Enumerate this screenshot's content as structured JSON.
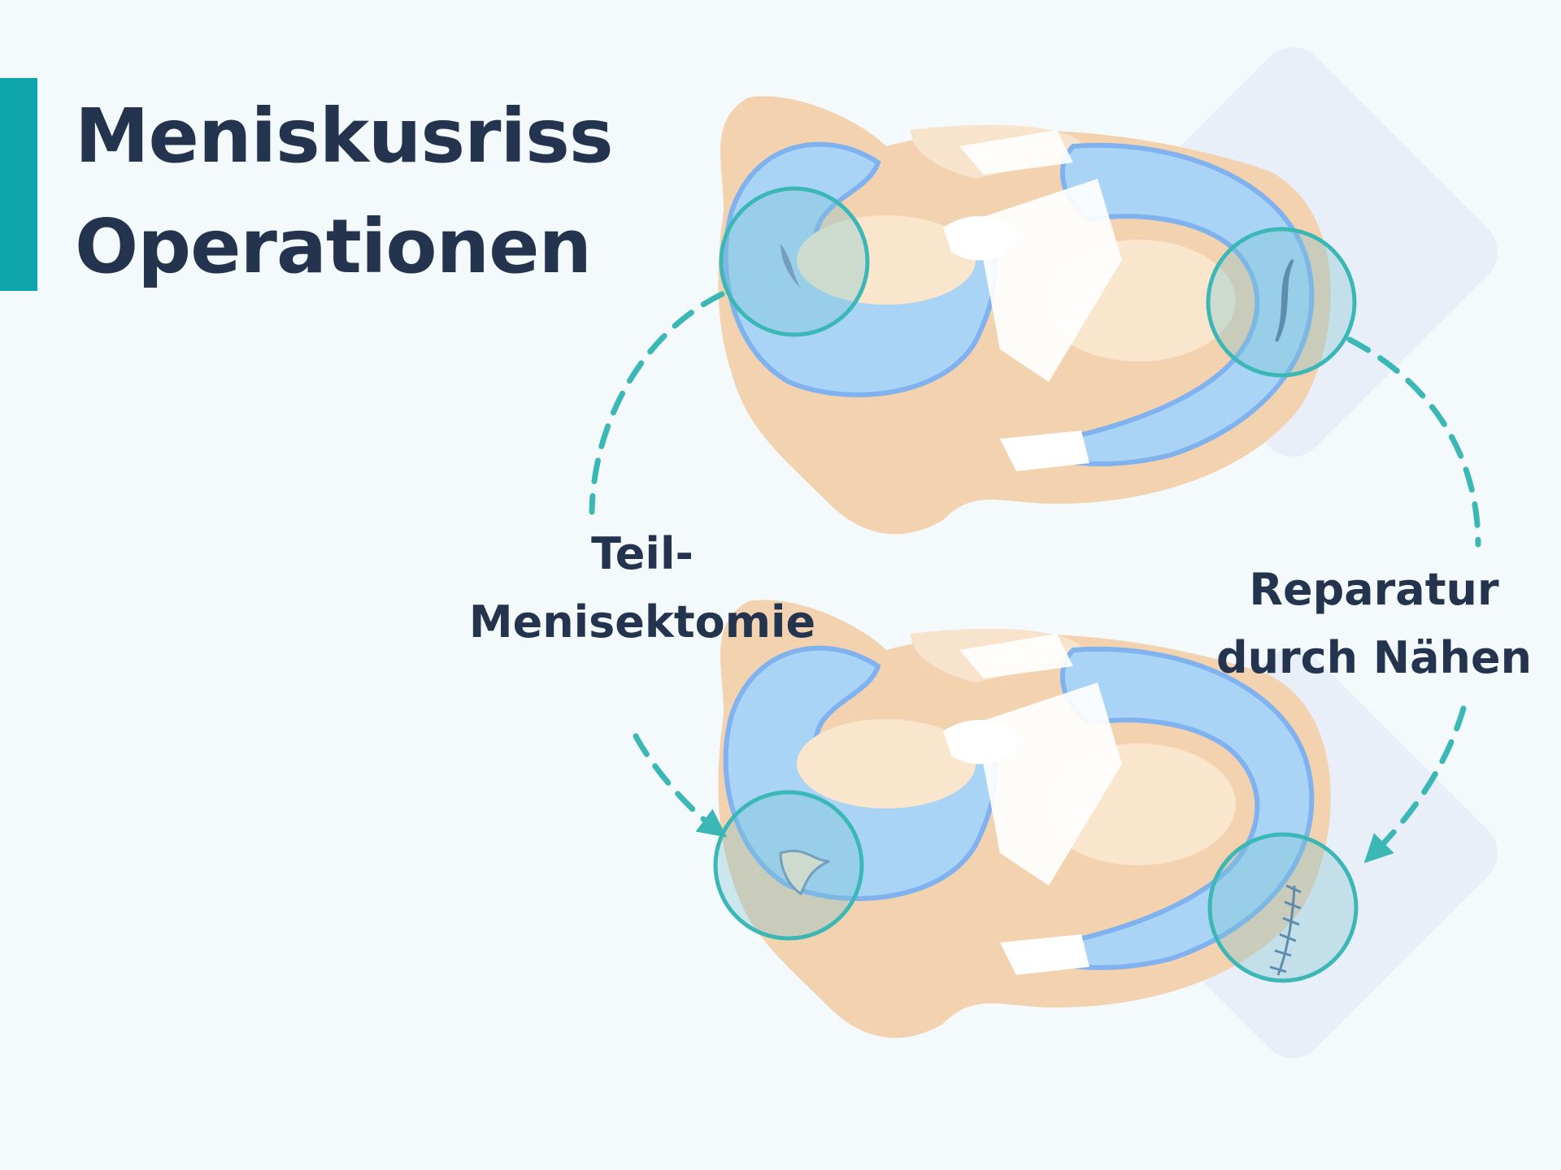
{
  "title": {
    "line1": "Meniskusriss",
    "line2": "Operationen"
  },
  "labels": {
    "left_line1": "Teil-",
    "left_line2": "Menisektomie",
    "right_line1": "Reparatur",
    "right_line2": "durch Nähen"
  },
  "colors": {
    "accent": "#0ea5ad",
    "title_text": "#24344f",
    "bone": "#f3d2b0",
    "cartilage": "#f9e6cc",
    "meniscus": "#a9d4f5",
    "meniscus_edge": "#7fb2ee",
    "ligament": "#ffffff",
    "highlight_circle": "#3bb8b6",
    "dashed_arrow": "#3bb8b6"
  },
  "icons": [
    "knee-meniscus-top-view",
    "tear-marker",
    "suture-marker",
    "dashed-arrow"
  ]
}
